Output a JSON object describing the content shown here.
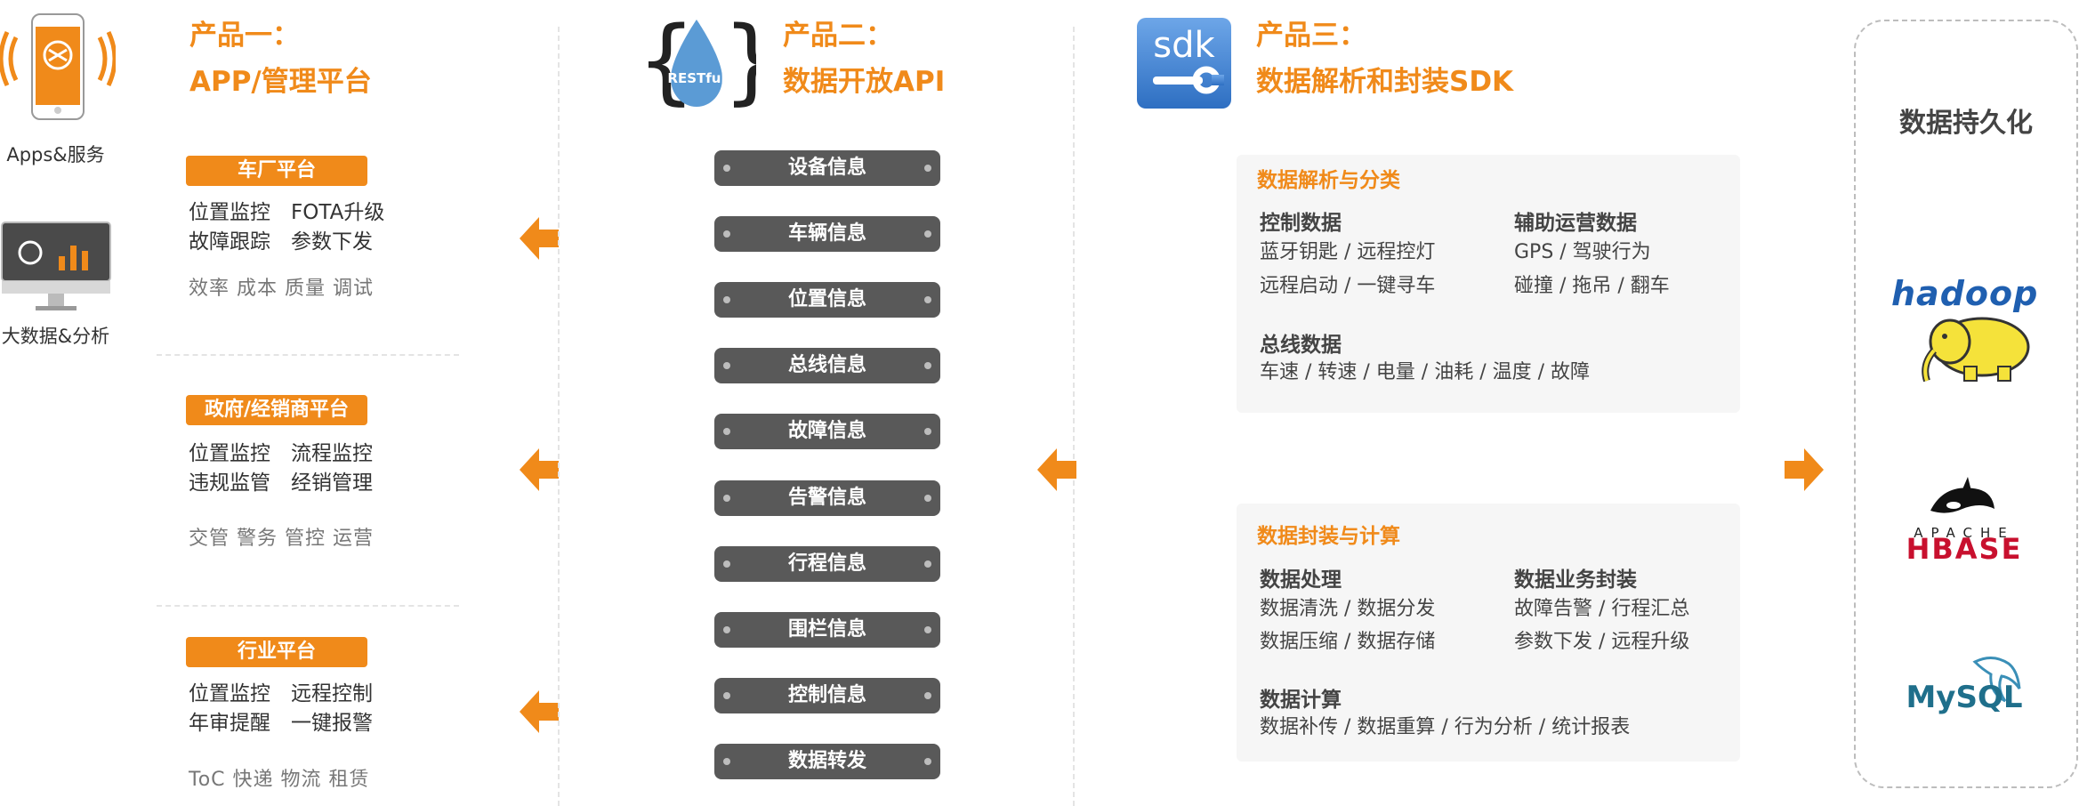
{
  "left_icons": {
    "apps_label": "Apps&服务",
    "bigdata_label": "大数据&分析"
  },
  "product1": {
    "label_line1": "产品一：",
    "label_line2": "APP/管理平台",
    "platforms": [
      {
        "title": "车厂平台",
        "line1": "位置监控　FOTA升级",
        "line2": "故障跟踪　参数下发",
        "tags": "效率 成本 质量 调试"
      },
      {
        "title": "政府/经销商平台",
        "line1": "位置监控　流程监控",
        "line2": "违规监管　经销管理",
        "tags": "交管 警务 管控 运营"
      },
      {
        "title": "行业平台",
        "line1": "位置监控　远程控制",
        "line2": "年审提醒　一键报警",
        "tags": "ToC 快递 物流 租赁"
      }
    ]
  },
  "product2": {
    "icon_text": "RESTful",
    "label_line1": "产品二：",
    "label_line2": "数据开放API",
    "items": [
      "设备信息",
      "车辆信息",
      "位置信息",
      "总线信息",
      "故障信息",
      "告警信息",
      "行程信息",
      "围栏信息",
      "控制信息",
      "数据转发"
    ]
  },
  "product3": {
    "icon_text": "sdk",
    "label_line1": "产品三：",
    "label_line2": "数据解析和封装SDK",
    "panel1": {
      "title": "数据解析与分类",
      "col1_head": "控制数据",
      "col1_lines": [
        "蓝牙钥匙 / 远程控灯",
        "远程启动 / 一键寻车"
      ],
      "col2_head": "辅助运营数据",
      "col2_lines": [
        "GPS / 驾驶行为",
        "碰撞 / 拖吊 / 翻车"
      ],
      "row2_head": "总线数据",
      "row2_line": "车速 / 转速 / 电量 / 油耗 / 温度 / 故障"
    },
    "panel2": {
      "title": "数据封装与计算",
      "col1_head": "数据处理",
      "col1_lines": [
        "数据清洗 / 数据分发",
        "数据压缩 / 数据存储"
      ],
      "col2_head": "数据业务封装",
      "col2_lines": [
        "故障告警 / 行程汇总",
        "参数下发 / 远程升级"
      ],
      "row2_head": "数据计算",
      "row2_line": "数据补传 / 数据重算 / 行为分析 / 统计报表"
    }
  },
  "persistence": {
    "title": "数据持久化",
    "logos": [
      "hadoop",
      "APACHE",
      "HBASE",
      "MySQL"
    ]
  },
  "colors": {
    "accent": "#f08a1a",
    "api_bg": "#595959",
    "panel_bg": "#f6f6f6"
  }
}
